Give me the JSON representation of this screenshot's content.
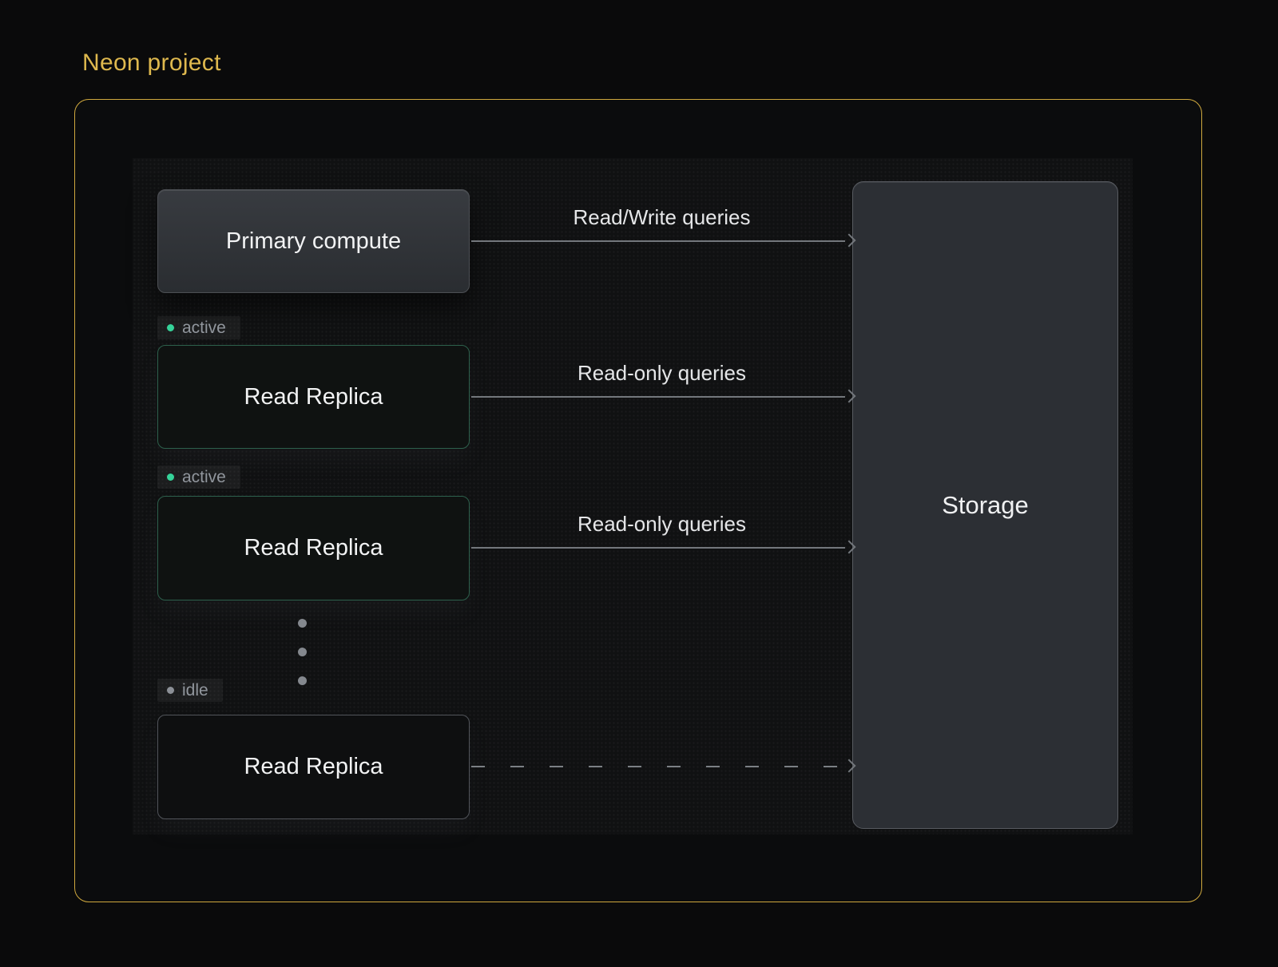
{
  "title": "Neon project",
  "diagram": {
    "nodes": {
      "primary": {
        "label": "Primary compute"
      },
      "replica1": {
        "label": "Read Replica",
        "status": "active"
      },
      "replica2": {
        "label": "Read Replica",
        "status": "active"
      },
      "replica3": {
        "label": "Read Replica",
        "status": "idle"
      }
    },
    "storage": {
      "label": "Storage"
    },
    "edges": {
      "primary_to_storage": {
        "label": "Read/Write queries",
        "style": "solid"
      },
      "replica1_to_storage": {
        "label": "Read-only queries",
        "style": "solid"
      },
      "replica2_to_storage": {
        "label": "Read-only queries",
        "style": "solid"
      },
      "replica3_to_storage": {
        "label": "",
        "style": "dashed"
      }
    },
    "colors": {
      "frame_gold": "#cfa83e",
      "title_gold": "#deb84e",
      "active_green": "#35d399",
      "idle_gray": "#8c9097",
      "arrow_gray": "#73777c"
    }
  }
}
